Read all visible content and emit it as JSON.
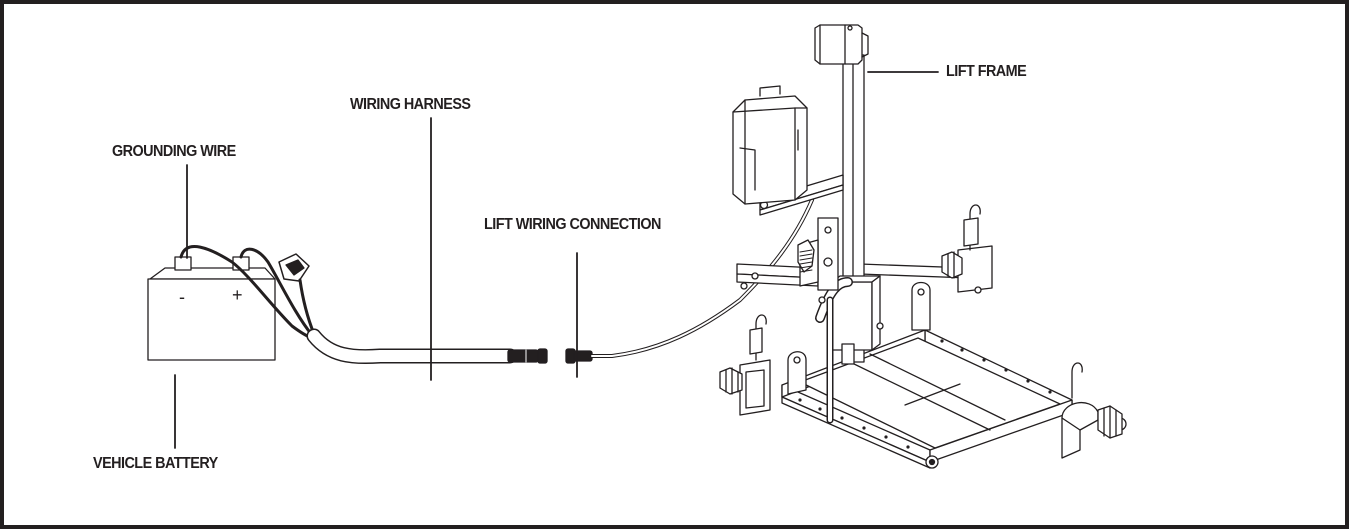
{
  "labels": {
    "grounding_wire": "GROUNDING WIRE",
    "wiring_harness": "WIRING HARNESS",
    "lift_wiring_connection": "LIFT WIRING CONNECTION",
    "lift_frame": "LIFT FRAME",
    "vehicle_battery": "VEHICLE BATTERY"
  },
  "battery_terminals": {
    "negative": "-",
    "positive": "+"
  },
  "colors": {
    "ink": "#231f20",
    "background": "#ffffff"
  }
}
